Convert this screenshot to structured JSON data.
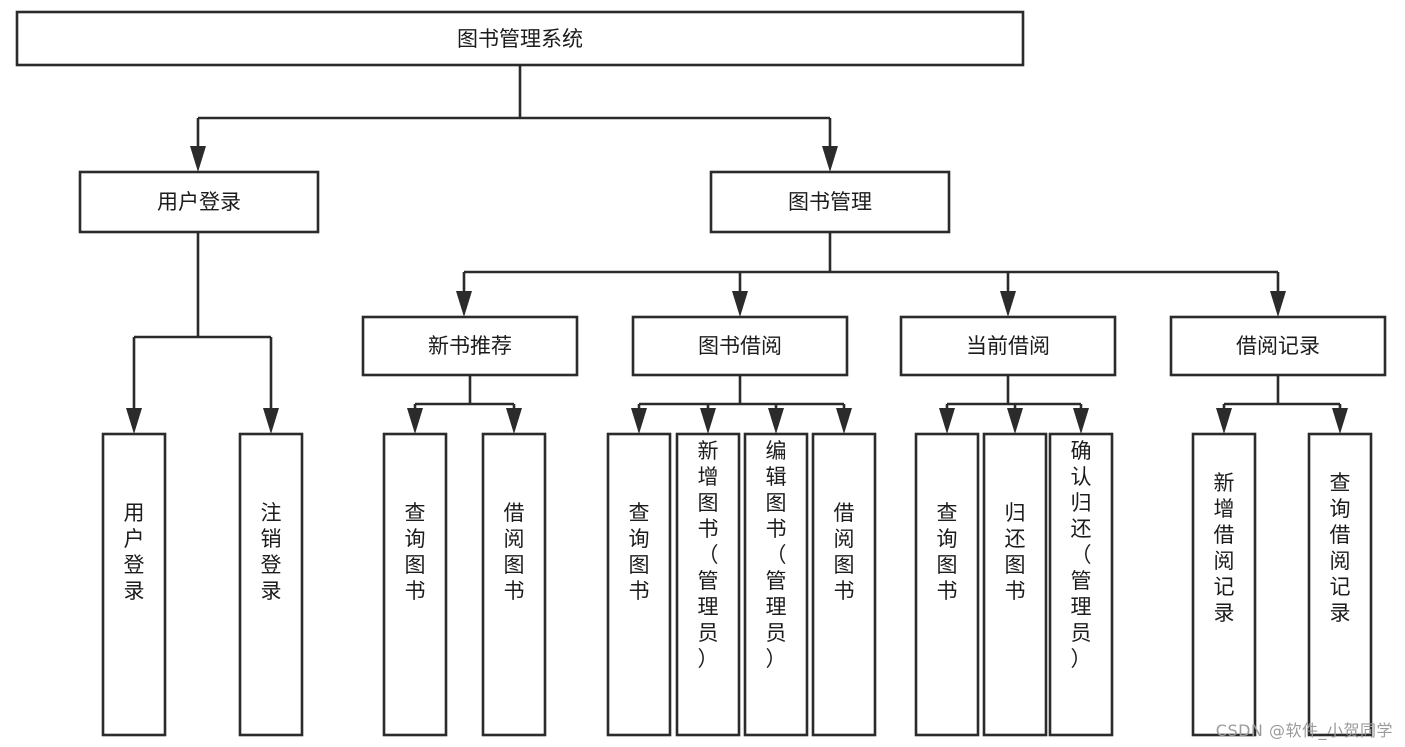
{
  "diagram": {
    "title": "图书管理系统",
    "type": "tree-hierarchy",
    "background_color": "#ffffff",
    "line_color": "#2b2b2b",
    "text_color": "#1c1c1c",
    "root": {
      "id": "root",
      "label": "图书管理系统"
    },
    "level2": [
      {
        "id": "user-login",
        "label": "用户登录"
      },
      {
        "id": "book-management",
        "label": "图书管理"
      }
    ],
    "level3": [
      {
        "id": "new-book-recommend",
        "label": "新书推荐",
        "parent": "book-management"
      },
      {
        "id": "book-borrow",
        "label": "图书借阅",
        "parent": "book-management"
      },
      {
        "id": "current-borrow",
        "label": "当前借阅",
        "parent": "book-management"
      },
      {
        "id": "borrow-record",
        "label": "借阅记录",
        "parent": "book-management"
      }
    ],
    "leaves": [
      {
        "id": "leaf-user-login",
        "label": "用户登录",
        "parent": "user-login"
      },
      {
        "id": "leaf-logout-login",
        "label": "注销登录",
        "parent": "user-login"
      },
      {
        "id": "leaf-query-book-1",
        "label": "查询图书",
        "parent": "new-book-recommend"
      },
      {
        "id": "leaf-borrow-book-1",
        "label": "借阅图书",
        "parent": "new-book-recommend"
      },
      {
        "id": "leaf-query-book-2",
        "label": "查询图书",
        "parent": "book-borrow"
      },
      {
        "id": "leaf-add-book",
        "label": "新增图书（管理员）",
        "parent": "book-borrow"
      },
      {
        "id": "leaf-edit-book",
        "label": "编辑图书（管理员）",
        "parent": "book-borrow"
      },
      {
        "id": "leaf-borrow-book-2",
        "label": "借阅图书",
        "parent": "book-borrow"
      },
      {
        "id": "leaf-query-book-3",
        "label": "查询图书",
        "parent": "current-borrow"
      },
      {
        "id": "leaf-return-book",
        "label": "归还图书",
        "parent": "current-borrow"
      },
      {
        "id": "leaf-confirm-return",
        "label": "确认归还（管理员）",
        "parent": "current-borrow"
      },
      {
        "id": "leaf-add-record",
        "label": "新增借阅记录",
        "parent": "borrow-record"
      },
      {
        "id": "leaf-query-record",
        "label": "查询借阅记录",
        "parent": "borrow-record"
      }
    ]
  },
  "watermark": {
    "text": "CSDN @软件_小贺同学"
  }
}
